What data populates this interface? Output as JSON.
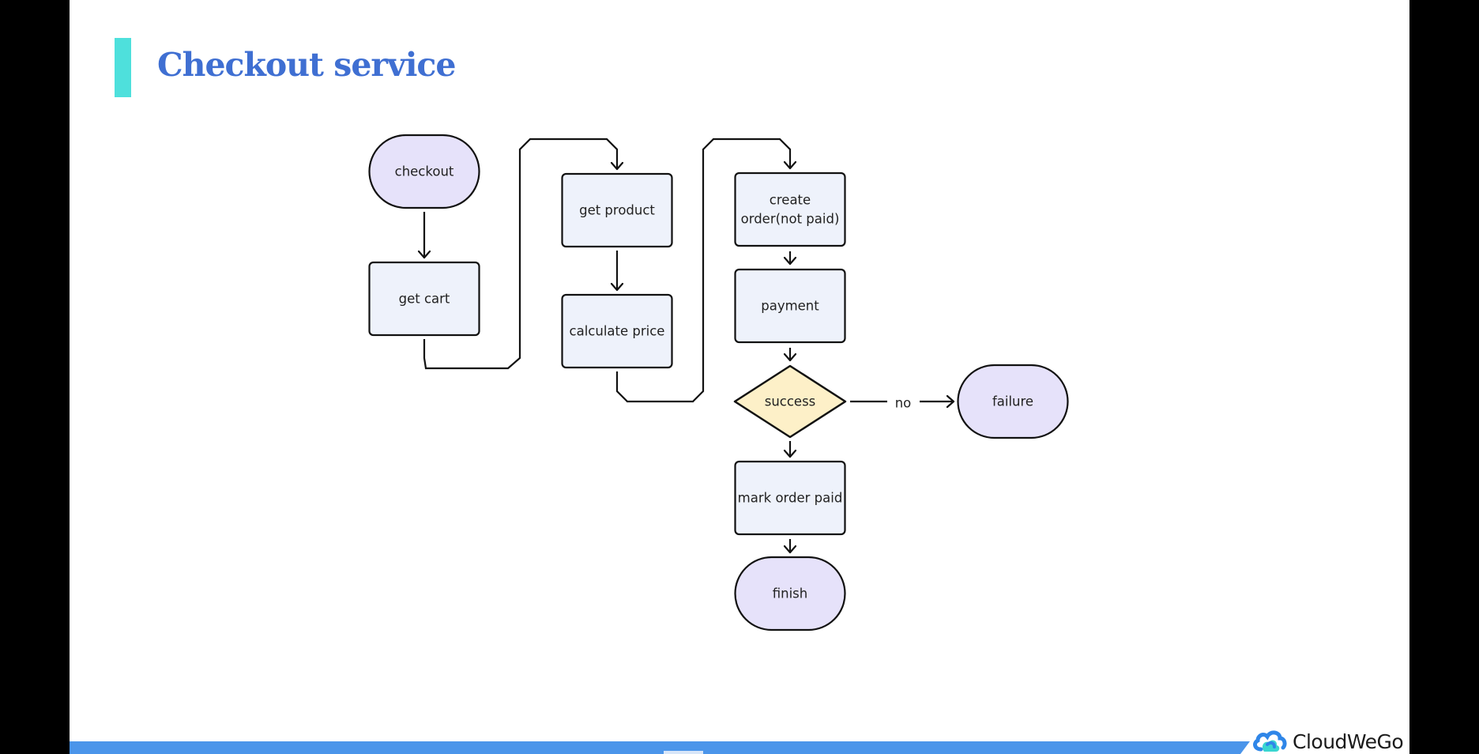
{
  "slide": {
    "title": "Checkout service",
    "brand": "CloudWeGo"
  },
  "colors": {
    "background": "#ffffff",
    "frame": "#000000",
    "title": "#3f6fd2",
    "title_accent": "#4ee0dc",
    "bottom_bar": "#4b95ea",
    "terminal_fill": "#e6e2fa",
    "process_fill": "#eef2fb",
    "decision_fill": "#fdf0c8",
    "stroke": "#111111"
  },
  "diagram": {
    "nodes": [
      {
        "id": "checkout",
        "shape": "terminal",
        "lines": [
          "checkout"
        ]
      },
      {
        "id": "get-cart",
        "shape": "process",
        "lines": [
          "get cart"
        ]
      },
      {
        "id": "get-product",
        "shape": "process",
        "lines": [
          "get product"
        ]
      },
      {
        "id": "calculate-price",
        "shape": "process",
        "lines": [
          "calculate price"
        ]
      },
      {
        "id": "create-order",
        "shape": "process",
        "lines": [
          "create",
          "order(not paid)"
        ]
      },
      {
        "id": "payment",
        "shape": "process",
        "lines": [
          "payment"
        ]
      },
      {
        "id": "success",
        "shape": "decision",
        "lines": [
          "success"
        ]
      },
      {
        "id": "failure",
        "shape": "terminal",
        "lines": [
          "failure"
        ]
      },
      {
        "id": "mark-order-paid",
        "shape": "process",
        "lines": [
          "mark order paid"
        ]
      },
      {
        "id": "finish",
        "shape": "terminal",
        "lines": [
          "finish"
        ]
      }
    ],
    "edges": [
      {
        "from": "checkout",
        "to": "get-cart",
        "label": ""
      },
      {
        "from": "get-cart",
        "to": "get-product",
        "label": ""
      },
      {
        "from": "get-product",
        "to": "calculate-price",
        "label": ""
      },
      {
        "from": "calculate-price",
        "to": "create-order",
        "label": ""
      },
      {
        "from": "create-order",
        "to": "payment",
        "label": ""
      },
      {
        "from": "payment",
        "to": "success",
        "label": ""
      },
      {
        "from": "success",
        "to": "failure",
        "label": "no"
      },
      {
        "from": "success",
        "to": "mark-order-paid",
        "label": ""
      },
      {
        "from": "mark-order-paid",
        "to": "finish",
        "label": ""
      }
    ]
  }
}
